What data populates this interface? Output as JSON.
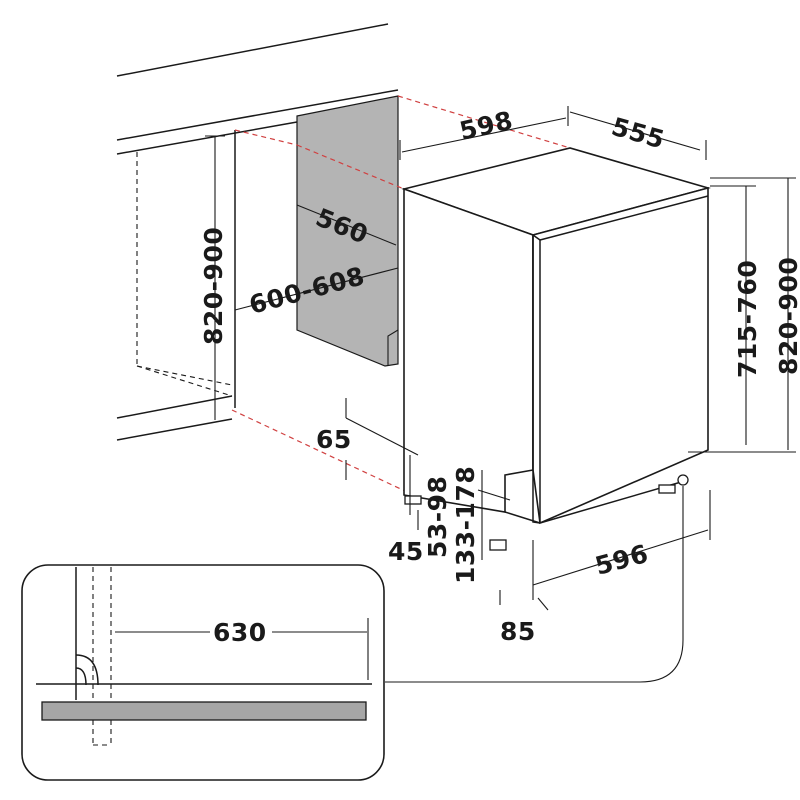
{
  "colors": {
    "line": "#1a1a1a",
    "niche_fill": "#b4b4b4",
    "floor_strip_fill": "#a6a6a6",
    "reference_dashes": "#d04040"
  },
  "dimensions": {
    "niche_width": "598",
    "appliance_depth": "555",
    "niche_depth": "560",
    "niche_height": "820-900",
    "niche_width_range": "600-608",
    "body_height": "715-760",
    "overall_height": "820-900",
    "plinth_height": "65",
    "foot_offset": "45",
    "foot_adjust": "53-98",
    "plinth_adjust": "133-178",
    "door_width": "596",
    "foot_inset": "85",
    "door_swing_clearance": "630"
  }
}
